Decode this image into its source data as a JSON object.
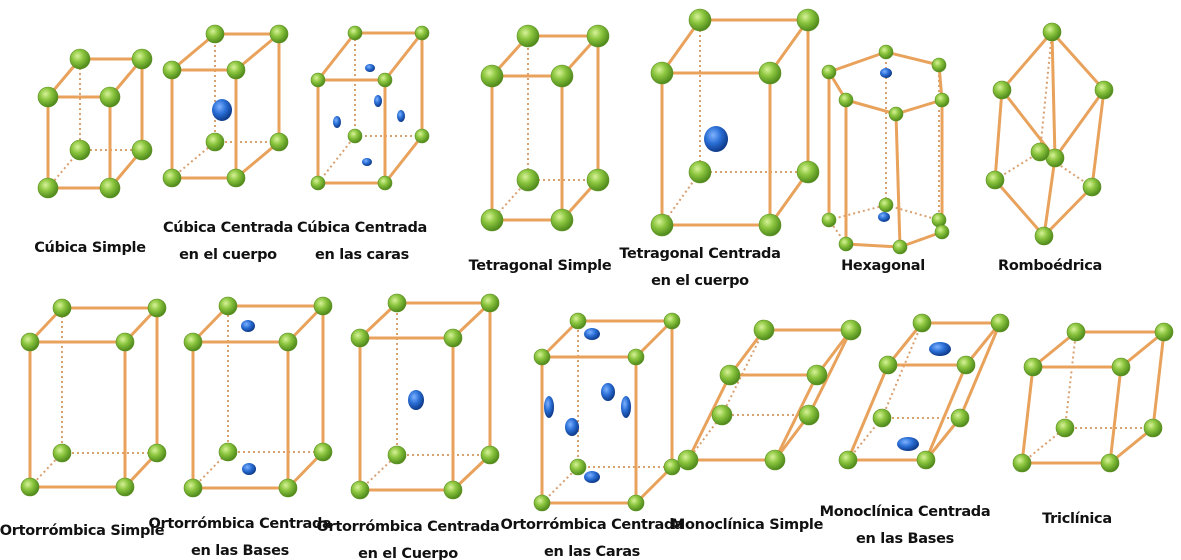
{
  "colors": {
    "edge": "#e8a25c",
    "hidden_edge": "#d9a070",
    "corner_atom": "#8cc63f",
    "center_atom": "#1f5fc2"
  },
  "lattices": [
    {
      "id": "cubica-simple",
      "label": [
        "Cúbica Simple"
      ]
    },
    {
      "id": "cubica-centrada-cuerpo",
      "label": [
        "Cúbica Centrada",
        "en el cuerpo"
      ]
    },
    {
      "id": "cubica-centrada-caras",
      "label": [
        "Cúbica Centrada",
        "en las caras"
      ]
    },
    {
      "id": "tetragonal-simple",
      "label": [
        "Tetragonal Simple"
      ]
    },
    {
      "id": "tetragonal-centrada-cuerpo",
      "label": [
        "Tetragonal Centrada",
        "en el cuerpo"
      ]
    },
    {
      "id": "hexagonal",
      "label": [
        "Hexagonal"
      ]
    },
    {
      "id": "romboedrica",
      "label": [
        "Romboédrica"
      ]
    },
    {
      "id": "ortorrombica-simple",
      "label": [
        "Ortorrómbica Simple"
      ]
    },
    {
      "id": "ortorrombica-centrada-bases",
      "label": [
        "Ortorrómbica Centrada",
        "en las Bases"
      ]
    },
    {
      "id": "ortorrombica-centrada-cuerpo",
      "label": [
        "Ortorrómbica Centrada",
        "en el Cuerpo"
      ]
    },
    {
      "id": "ortorrombica-centrada-caras",
      "label": [
        "Ortorrómbica Centrada",
        "en las Caras"
      ]
    },
    {
      "id": "monoclinica-simple",
      "label": [
        "Monoclínica Simple"
      ]
    },
    {
      "id": "monoclinica-centrada-bases",
      "label": [
        "Monoclínica Centrada",
        "en las Bases"
      ]
    },
    {
      "id": "triclinica",
      "label": [
        "Triclínica"
      ]
    }
  ]
}
